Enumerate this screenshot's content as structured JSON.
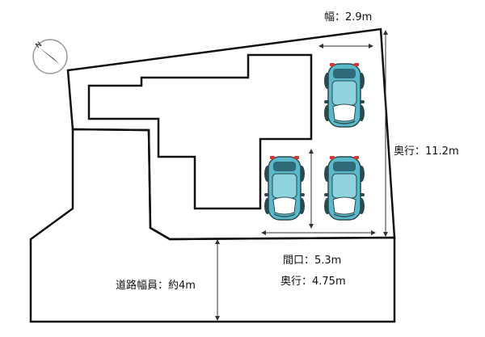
{
  "compass": {
    "north_label": "N"
  },
  "dimensions": {
    "width_top": "幅：2.9m",
    "depth_side": "奥行：11.2m",
    "frontage": "間口：5.3m",
    "depth_front": "奥行：4.75m",
    "road_width": "道路幅員：約4m"
  },
  "colors": {
    "car_body": "#5ab8c8",
    "car_dark": "#2a4a50",
    "car_glass": "#ffffff",
    "line": "#111111"
  }
}
